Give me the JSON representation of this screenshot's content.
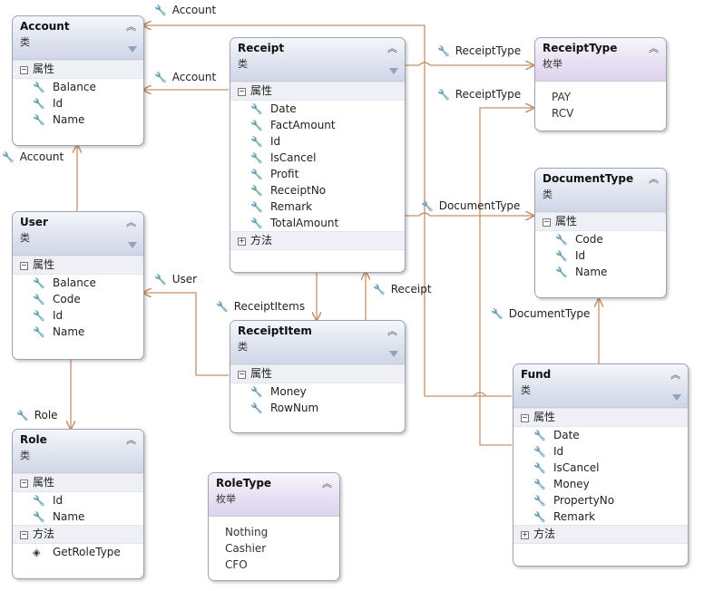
{
  "labels": {
    "properties": "属性",
    "methods": "方法",
    "class_kind": "类",
    "enum_kind": "枚举"
  },
  "classes": {
    "account": {
      "name": "Account",
      "properties": [
        "Balance",
        "Id",
        "Name"
      ]
    },
    "receipt": {
      "name": "Receipt",
      "properties": [
        "Date",
        "FactAmount",
        "Id",
        "IsCancel",
        "Profit",
        "ReceiptNo",
        "Remark",
        "TotalAmount"
      ]
    },
    "user": {
      "name": "User",
      "properties": [
        "Balance",
        "Code",
        "Id",
        "Name"
      ]
    },
    "receipt_item": {
      "name": "ReceiptItem",
      "properties": [
        "Money",
        "RowNum"
      ]
    },
    "role": {
      "name": "Role",
      "properties": [
        "Id",
        "Name"
      ],
      "methods": [
        "GetRoleType"
      ]
    },
    "document_type": {
      "name": "DocumentType",
      "properties": [
        "Code",
        "Id",
        "Name"
      ]
    },
    "fund": {
      "name": "Fund",
      "properties": [
        "Date",
        "Id",
        "IsCancel",
        "Money",
        "PropertyNo",
        "Remark"
      ]
    }
  },
  "enums": {
    "receipt_type": {
      "name": "ReceiptType",
      "values": [
        "PAY",
        "RCV"
      ]
    },
    "role_type": {
      "name": "RoleType",
      "values": [
        "Nothing",
        "Cashier",
        "CFO"
      ]
    }
  },
  "associations": {
    "fund_account": "Account",
    "receipt_account": "Account",
    "user_account": "Account",
    "receipt_receipttype": "ReceiptType",
    "fund_receipttype": "ReceiptType",
    "receipt_documenttype": "DocumentType",
    "fund_documenttype": "DocumentType",
    "receiptitem_user": "User",
    "receipt_items": "ReceiptItems",
    "receiptitem_receipt": "Receipt",
    "user_role": "Role"
  },
  "colors": {
    "connector": "#c8906a",
    "border": "#9aa3b0"
  }
}
